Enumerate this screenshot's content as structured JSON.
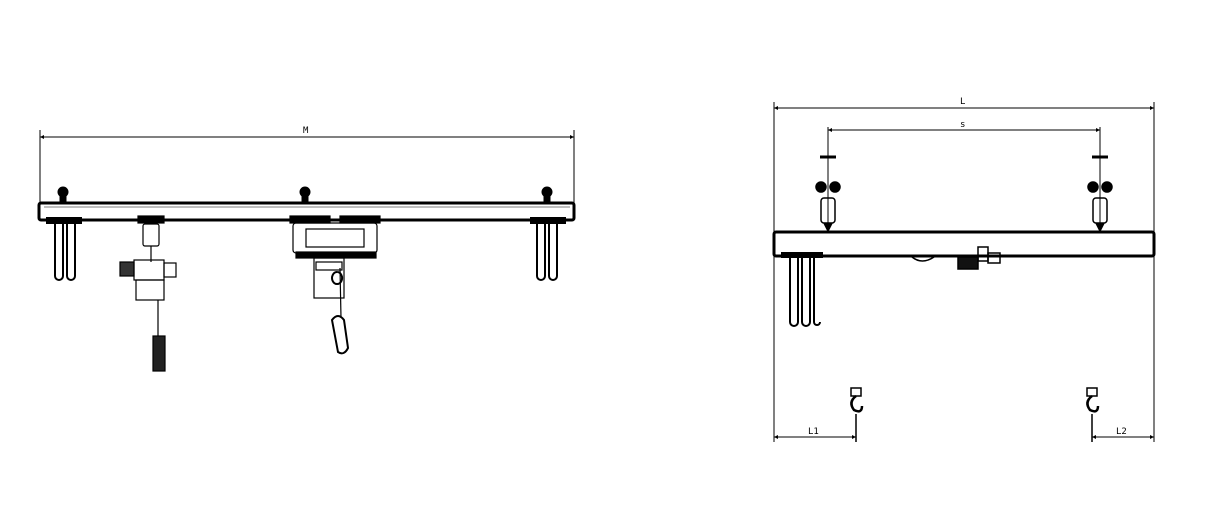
{
  "front_view": {
    "dimension_label": "M"
  },
  "side_view": {
    "overall_label": "L",
    "suspension_spacing_label": "s",
    "left_hook_approach_label": "L1",
    "right_hook_approach_label": "L2"
  },
  "colors": {
    "line": "#000000",
    "background": "#ffffff"
  }
}
